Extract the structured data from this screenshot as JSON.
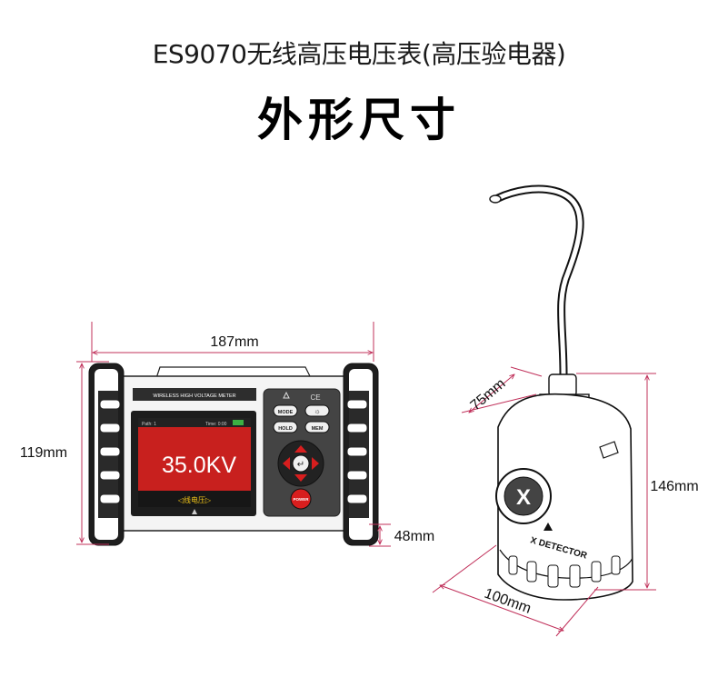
{
  "header": {
    "product_title": "ES9070无线高压电压表(高压验电器)",
    "section_title": "外形尺寸"
  },
  "meter": {
    "width_label": "187mm",
    "height_label": "119mm",
    "depth_label": "48mm",
    "panel_label": "WIRELESS HIGH VOLTAGE METER",
    "ce_mark": "CE",
    "screen": {
      "top_left": "Path: 1",
      "top_right": "Time: 0:00",
      "reading": "35.0KV",
      "mode_text": "◁线电压▷"
    },
    "buttons": {
      "mode": "MODE",
      "light": "☼",
      "hold": "HOLD",
      "mem": "MEM",
      "enter": "↵",
      "power": "POWER"
    },
    "colors": {
      "screen_bg": "#c8201e",
      "power": "#d81e1e",
      "accent_green": "#3cb043"
    }
  },
  "detector": {
    "cap_label": "75mm",
    "height_label": "146mm",
    "base_label": "100mm",
    "logo": "X",
    "brand": "X DETECTOR"
  },
  "colors": {
    "dimension_line": "#c0305a"
  }
}
